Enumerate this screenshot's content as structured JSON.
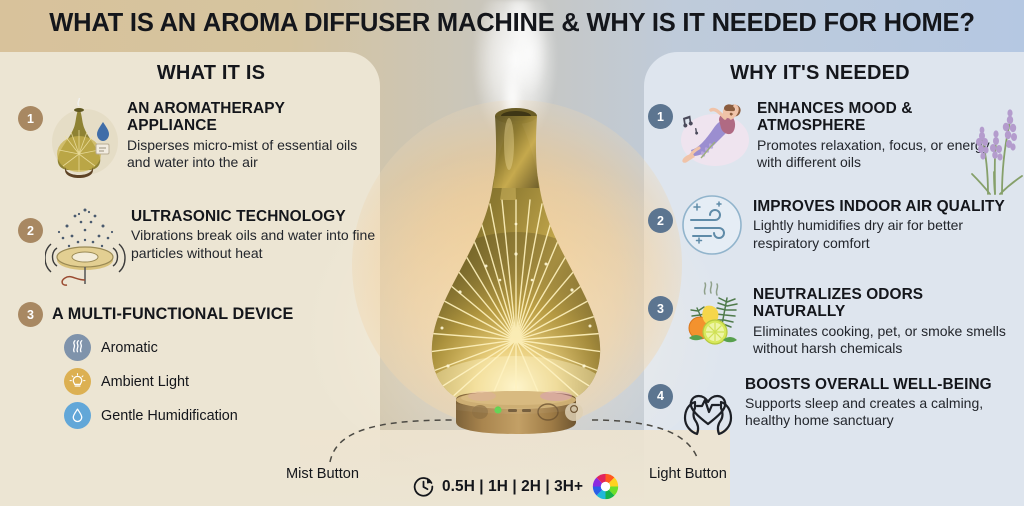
{
  "header": {
    "title_part1": "WHAT IS AN ",
    "title_strong": "AROMA DIFFUSER MACHINE",
    "title_part2": " & WHY IS IT NEEDED FOR HOME?"
  },
  "colors": {
    "header_gradient_left": "#d8c29b",
    "header_gradient_right": "#b5c8e2",
    "panel_left_bg": "#ece5d3",
    "panel_right_bg": "#dee5ee",
    "badge_left": "#a88862",
    "badge_right": "#5c7590",
    "glow_amber": "#f3c478",
    "icon_aromatic": "#7f93ab",
    "icon_ambient_light": "#dcb052",
    "icon_humidification": "#62a7d8"
  },
  "left_column": {
    "title": "WHAT IT IS",
    "items": [
      {
        "number": "1",
        "icon": "aroma-diffuser-icon",
        "heading": "AN AROMATHERAPY APPLIANCE",
        "body": "Disperses micro-mist of essential oils and water into the air"
      },
      {
        "number": "2",
        "icon": "ultrasonic-plate-icon",
        "heading": "ULTRASONIC TECHNOLOGY",
        "body": "Vibrations break oils and water into fine particles without heat"
      }
    ],
    "feature_item": {
      "number": "3",
      "heading": "A MULTI-FUNCTIONAL DEVICE",
      "features": [
        {
          "icon": "steam-waves-icon",
          "label": "Aromatic"
        },
        {
          "icon": "lightbulb-icon",
          "label": "Ambient Light"
        },
        {
          "icon": "water-droplet-icon",
          "label": "Gentle Humidification"
        }
      ]
    }
  },
  "right_column": {
    "title": "WHY IT'S NEEDED",
    "items": [
      {
        "number": "1",
        "icon": "relaxing-woman-icon",
        "heading": "ENHANCES MOOD & ATMOSPHERE",
        "body": "Promotes relaxation, focus, or energy with different oils",
        "decor_icon": "lavender-sprig-icon"
      },
      {
        "number": "2",
        "icon": "air-quality-wind-icon",
        "heading": "IMPROVES INDOOR AIR QUALITY",
        "body": "Lightly humidifies dry air for better respiratory comfort"
      },
      {
        "number": "3",
        "icon": "citrus-pine-icon",
        "heading": "NEUTRALIZES ODORS NATURALLY",
        "body": "Eliminates cooking, pet, or smoke smells without harsh chemicals"
      },
      {
        "number": "4",
        "icon": "heart-in-hands-icon",
        "heading": "BOOSTS OVERALL WELL-BEING",
        "body": "Supports sleep and creates a calming, healthy home sanctuary"
      }
    ]
  },
  "annotations": {
    "mist_button": "Mist Button",
    "light_button": "Light Button"
  },
  "bottom_bar": {
    "timer_icon": "timer-clock-icon",
    "timer_text": "0.5H | 1H | 2H | 3H+",
    "color_wheel_icon": "rgb-color-wheel-icon"
  },
  "center_device": {
    "name": "aroma-diffuser-product-photo",
    "description": "3D firework glass aroma diffuser with wooden base emitting mist"
  }
}
